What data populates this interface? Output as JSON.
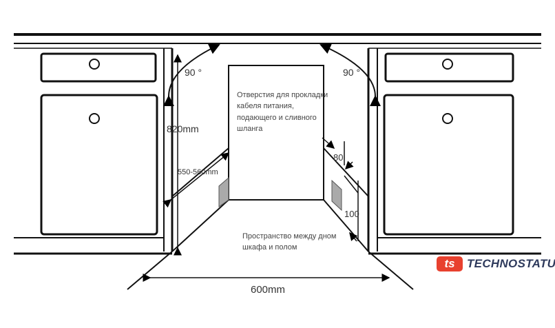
{
  "diagram": {
    "angle_left": "90 °",
    "angle_right": "90 °",
    "height_label": "820mm",
    "depth_label": "550-560mm",
    "width_label": "600mm",
    "hole_note": [
      "Отверстия для прокладки",
      "кабеля питания,",
      "подающего и сливного",
      "шланга"
    ],
    "floor_note": [
      "Пространство между дном",
      "шкафа и полом"
    ],
    "dim_80": "80",
    "dim_100": "100"
  },
  "logo": {
    "mark": "ts",
    "text": "TECHNOSTATUS",
    "color": "#e8412f",
    "text_color": "#2e3a5c"
  }
}
